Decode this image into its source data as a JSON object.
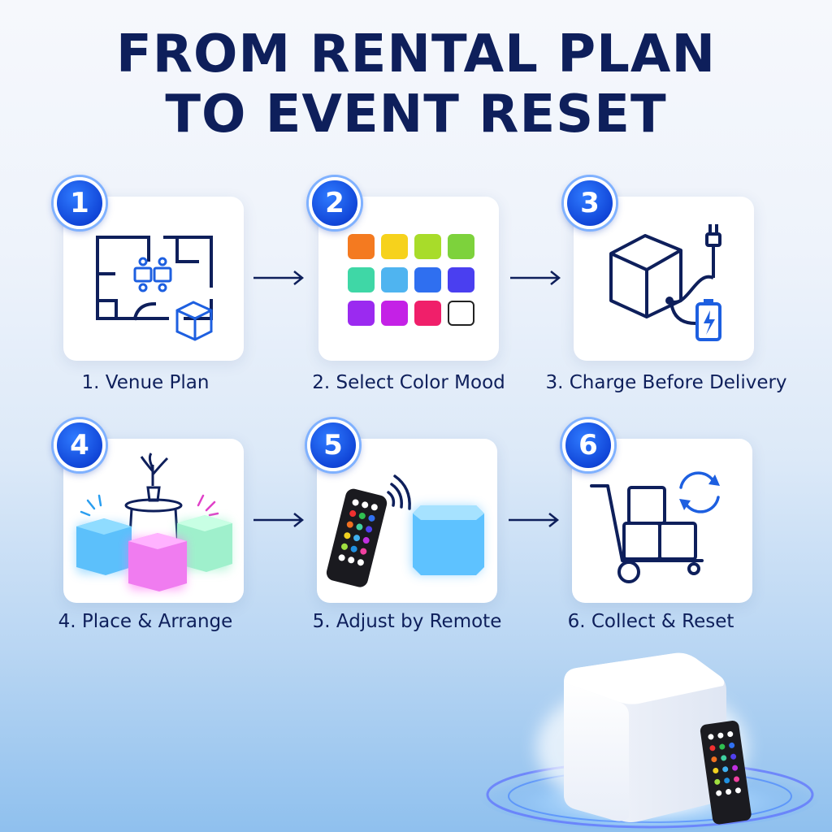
{
  "title": {
    "line1": "FROM RENTAL PLAN",
    "line2": "TO EVENT RESET"
  },
  "steps": [
    {
      "number": "1",
      "label": "1. Venue Plan",
      "icon": "floor-plan-icon"
    },
    {
      "number": "2",
      "label": "2. Select Color Mood",
      "icon": "color-palette-icon"
    },
    {
      "number": "3",
      "label": "3. Charge Before Delivery",
      "icon": "cube-charging-icon"
    },
    {
      "number": "4",
      "label": "4. Place & Arrange",
      "icon": "glowing-cubes-table-icon"
    },
    {
      "number": "5",
      "label": "5. Adjust by Remote",
      "icon": "remote-control-cube-icon"
    },
    {
      "number": "6",
      "label": "6. Collect & Reset",
      "icon": "hand-truck-reset-icon"
    }
  ],
  "palette_colors": [
    "#f47a20",
    "#f6d21c",
    "#a8dc2a",
    "#7dd23c",
    "#3fd7a6",
    "#4fb4f0",
    "#2f6ff0",
    "#4a3ff0",
    "#9b2af0",
    "#c421e6",
    "#f01f6a",
    "#ffffff"
  ],
  "colors": {
    "title": "#0e1f5b",
    "accent": "#1146d8",
    "line_art": "#0e1f5b"
  }
}
